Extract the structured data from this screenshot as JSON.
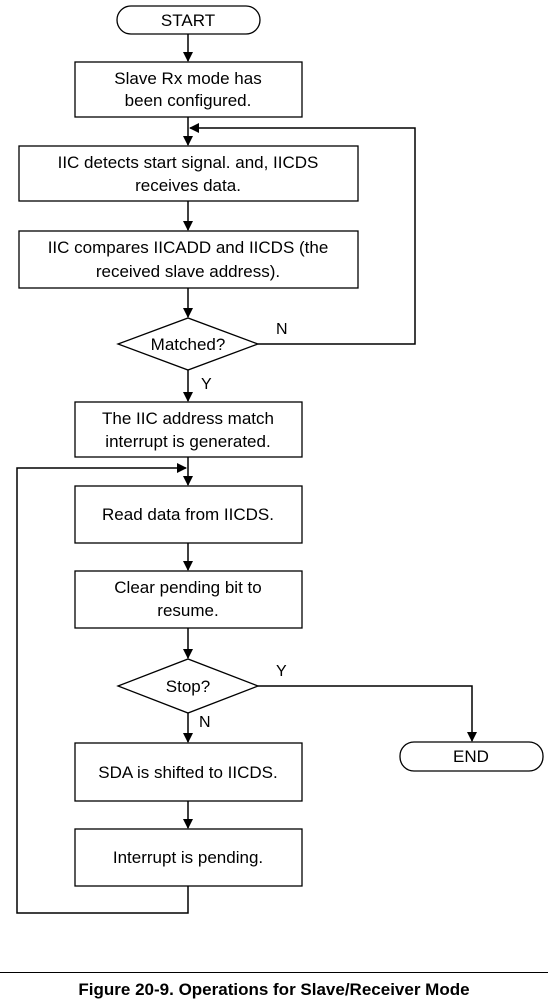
{
  "diagram": {
    "nodes": {
      "start": "START",
      "configured": [
        "Slave Rx mode has",
        "been configured."
      ],
      "detect": [
        "IIC detects start signal. and, IICDS",
        "receives data."
      ],
      "compare": [
        "IIC compares IICADD and IICDS (the",
        "received slave address)."
      ],
      "matched": "Matched?",
      "interrupt": [
        "The IIC address match",
        "interrupt is generated."
      ],
      "read": "Read data from IICDS.",
      "clear": [
        "Clear pending bit to",
        "resume."
      ],
      "stop": "Stop?",
      "end": "END",
      "shift": "SDA is shifted to IICDS.",
      "pending": "Interrupt is pending."
    },
    "branches": {
      "matched_no": "N",
      "matched_yes": "Y",
      "stop_yes": "Y",
      "stop_no": "N"
    }
  },
  "caption": "Figure 20-9. Operations for Slave/Receiver Mode"
}
